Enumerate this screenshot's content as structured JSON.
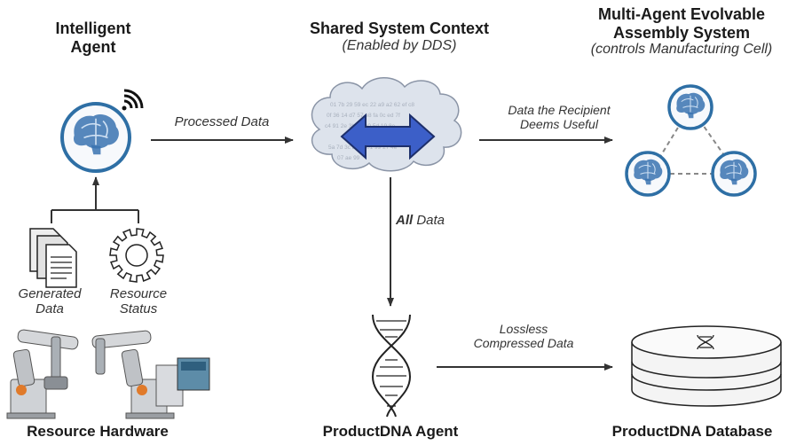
{
  "colors": {
    "agent_ring": "#2e6fa5",
    "brain": "#3a73b0",
    "arrow_blue": "#3c5fc8",
    "cloud_fill": "#dde3ec",
    "cloud_stroke": "#8a94a6",
    "line": "#333333"
  },
  "agent": {
    "title_line1": "Intelligent",
    "title_line2": "Agent",
    "wifi_icon": "wifi-icon"
  },
  "context": {
    "title": "Shared System Context",
    "subtitle": "(Enabled by DDS)"
  },
  "multi_agent": {
    "title_line1": "Multi-Agent Evolvable",
    "title_line2": "Assembly System",
    "subtitle": "(controls Manufacturing Cell)"
  },
  "edges": {
    "processed": "Processed Data",
    "useful_line1": "Data the Recipient",
    "useful_line2": "Deems Useful",
    "all_bold": "All",
    "all_rest": " Data",
    "lossless_line1": "Lossless",
    "lossless_line2": "Compressed Data"
  },
  "inputs": {
    "generated_line1": "Generated",
    "generated_line2": "Data",
    "status_line1": "Resource",
    "status_line2": "Status"
  },
  "bottom": {
    "hardware": "Resource Hardware",
    "dna_agent": "ProductDNA Agent",
    "dna_db": "ProductDNA Database"
  }
}
